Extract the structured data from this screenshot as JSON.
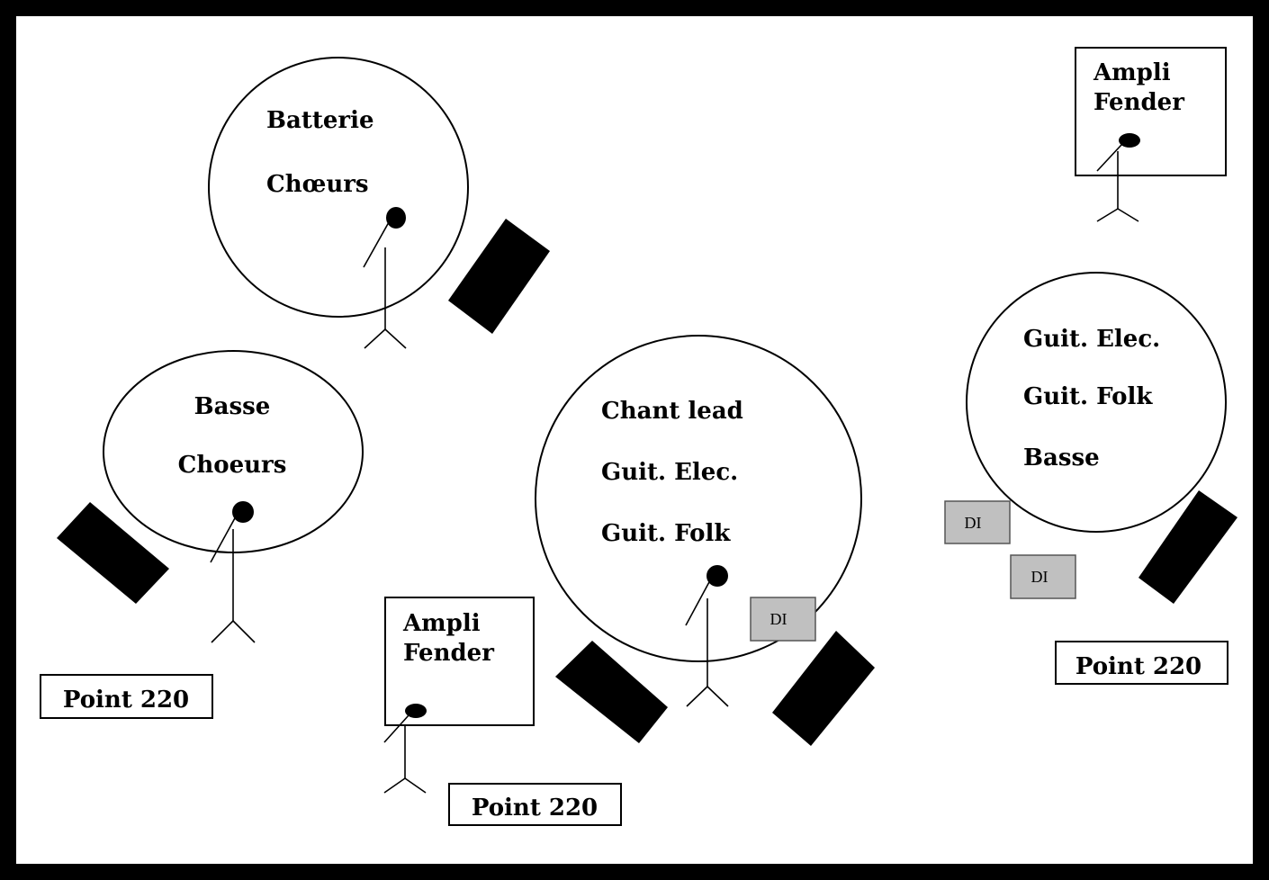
{
  "zones": {
    "drums": {
      "line1": "Batterie",
      "line2": "Chœurs"
    },
    "bass": {
      "line1": "Basse",
      "line2": "Choeurs"
    },
    "lead": {
      "line1": "Chant lead",
      "line2": "Guit. Elec.",
      "line3": "Guit. Folk"
    },
    "right": {
      "line1": "Guit. Elec.",
      "line2": "Guit. Folk",
      "line3": "Basse"
    }
  },
  "amps": {
    "amp_center": {
      "line1": "Ampli",
      "line2": "Fender"
    },
    "amp_right": {
      "line1": "Ampli",
      "line2": "Fender"
    }
  },
  "power_points": {
    "left": "Point 220",
    "center": "Point 220",
    "right": "Point 220"
  },
  "di_boxes": {
    "lead": "DI",
    "right_1": "DI",
    "right_2": "DI"
  }
}
